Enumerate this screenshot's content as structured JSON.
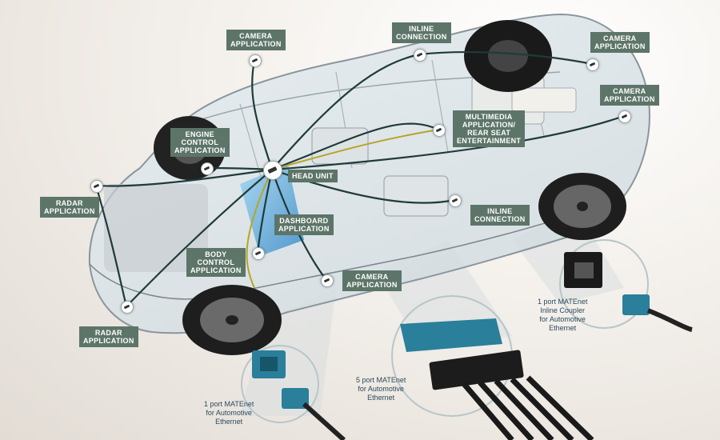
{
  "labels": {
    "camera_top_left": "CAMERA\nAPPLICATION",
    "inline_top": "INLINE\nCONNECTION",
    "camera_top_right": "CAMERA\nAPPLICATION",
    "camera_right": "CAMERA\nAPPLICATION",
    "multimedia": "MULTIMEDIA\nAPPLICATION/\nREAR SEAT\nENTERTAINMENT",
    "engine_control": "ENGINE\nCONTROL\nAPPLICATION",
    "head_unit": "HEAD UNIT",
    "radar_left": "RADAR\nAPPLICATION",
    "inline_right": "INLINE\nCONNECTION",
    "dashboard": "DASHBOARD\nAPPLICATION",
    "body_control": "BODY\nCONTROL\nAPPLICATION",
    "camera_bottom": "CAMERA\nAPPLICATION",
    "radar_bottom": "RADAR\nAPPLICATION"
  },
  "connectors": {
    "one_port": "1 port MATEnet\nfor Automotive\nEthernet",
    "five_port": "5 port MATEnet\nfor Automotive\nEthernet",
    "inline_coupler": "1 port MATEnet\nInline Coupler\nfor Automotive\nEthernet"
  },
  "colors": {
    "label_bg": "#5d7569",
    "cable_dark": "#1f3b3a",
    "cable_yellow": "#b8a42a",
    "connector_teal": "#2a7f9a",
    "caption_text": "#2c4a5c"
  },
  "icons": {
    "node": "connector-node-icon",
    "hub": "head-unit-icon"
  }
}
